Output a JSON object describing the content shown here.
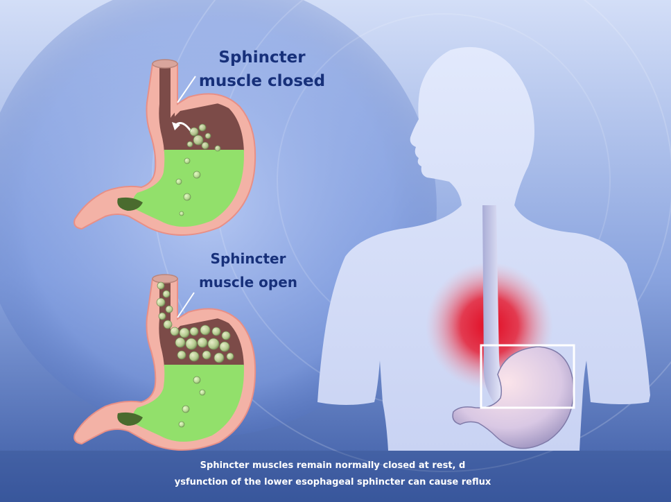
{
  "labels": {
    "closed": [
      "Sphincter",
      "muscle closed"
    ],
    "open": [
      "Sphincter",
      "muscle open"
    ]
  },
  "caption": [
    "Sphincter muscles remain normally closed at rest, d",
    "ysfunction of the lower esophageal sphincter can cause reflux"
  ],
  "colors": {
    "background_top": "#cfdcf6",
    "background_bottom": "#3e5da6",
    "label_text": "#17307a",
    "caption_text": "#ffffff",
    "stomach_wall": "#f3b2a6",
    "stomach_acid": "#8fe06a",
    "stomach_gas": "#7a4a47",
    "heartburn_glow": "#e0102a",
    "silhouette": "#dfe6fb"
  }
}
